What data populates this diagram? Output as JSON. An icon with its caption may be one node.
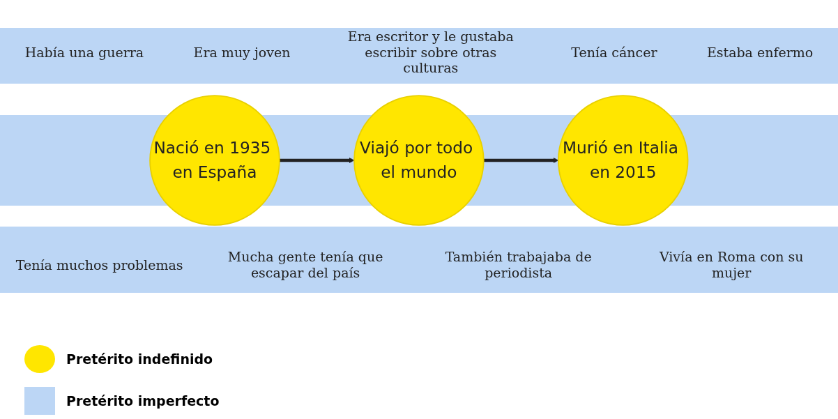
{
  "diagram": {
    "nodes": [
      {
        "text": [
          "Nació en 1935 en España"
        ]
      },
      {
        "text": [
          "Viajó por todo el mundo"
        ]
      },
      {
        "text": [
          "Murió en Italia en 2015"
        ]
      }
    ],
    "edges": [
      {
        "from": 0,
        "to": 1,
        "arrow": "to"
      },
      {
        "from": 1,
        "to": 2,
        "arrow": "to"
      }
    ],
    "labels": [
      "Había una guerra",
      "Era muy joven",
      "Era escritor y le gustaba escribir sobre otras culturas",
      "Tenía cáncer",
      "Estaba enfermo",
      "Tenía muchos problemas",
      "Mucha gente tenía que escapar del país",
      "También trabajaba de periodista",
      "Vivía en Roma con su mujer"
    ],
    "legend": [
      {
        "text": "Pretérito indefinido",
        "color": "#ffe600"
      },
      {
        "text": "Pretérito imperfecto",
        "color": "#bcd6f5"
      }
    ]
  }
}
